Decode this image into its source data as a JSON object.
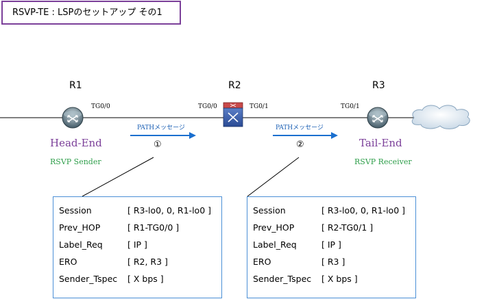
{
  "title": "RSVP-TE : LSPのセットアップ その1",
  "routers": [
    {
      "name": "R1",
      "icon": "router-icon"
    },
    {
      "name": "R2",
      "icon": "switch-icon"
    },
    {
      "name": "R3",
      "icon": "router-icon"
    }
  ],
  "cloud_icon": "cloud-icon",
  "interfaces": {
    "r1_right": "TG0/0",
    "r2_left": "TG0/0",
    "r2_right": "TG0/1",
    "r3_left": "TG0/1"
  },
  "messages": [
    {
      "label": "PATHメッセージ",
      "marker": "①"
    },
    {
      "label": "PATHメッセージ",
      "marker": "②"
    }
  ],
  "head_end": {
    "role": "Head-End",
    "rsvp": "RSVP Sender"
  },
  "tail_end": {
    "role": "Tail-End",
    "rsvp": "RSVP Receiver"
  },
  "colors": {
    "title_border": "#7b3f99",
    "role_text": "#7b3f99",
    "rsvp_text": "#2e9e4a",
    "message_text": "#1a5fb4",
    "arrow": "#1a6fcf",
    "box_border": "#4a8fd6"
  },
  "boxes": [
    {
      "rows": [
        {
          "key": "Session",
          "value": "[ R3-lo0, 0, R1-lo0 ]"
        },
        {
          "key": "Prev_HOP",
          "value": "[ R1-TG0/0 ]"
        },
        {
          "key": "Label_Req",
          "value": "[ IP ]"
        },
        {
          "key": "ERO",
          "value": "[ R2, R3 ]"
        },
        {
          "key": "Sender_Tspec",
          "value": "[ X bps ]"
        }
      ]
    },
    {
      "rows": [
        {
          "key": "Session",
          "value": "[ R3-lo0, 0, R1-lo0 ]"
        },
        {
          "key": "Prev_HOP",
          "value": "[ R2-TG0/1 ]"
        },
        {
          "key": "Label_Req",
          "value": "[ IP ]"
        },
        {
          "key": "ERO",
          "value": "[ R3 ]"
        },
        {
          "key": "Sender_Tspec",
          "value": "[ X bps ]"
        }
      ]
    }
  ]
}
